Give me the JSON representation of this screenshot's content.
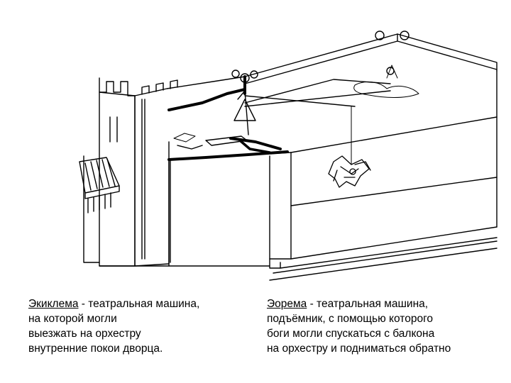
{
  "captions": {
    "left": {
      "term": "Экиклема",
      "rest": " - театральная машина,",
      "lines": [
        "на которой могли",
        "выезжать на орхестру",
        "внутренние покои дворца."
      ]
    },
    "right": {
      "term": "Эорема",
      "rest": " - театральная машина,",
      "lines": [
        "подъёмник, с помощью которого",
        "боги могли спускаться с балкона",
        "на орхестру и подниматься обратно"
      ]
    }
  },
  "illustration": {
    "style": "black-and-white line drawing",
    "ink_color": "#000000",
    "paper_color": "#ffffff"
  }
}
